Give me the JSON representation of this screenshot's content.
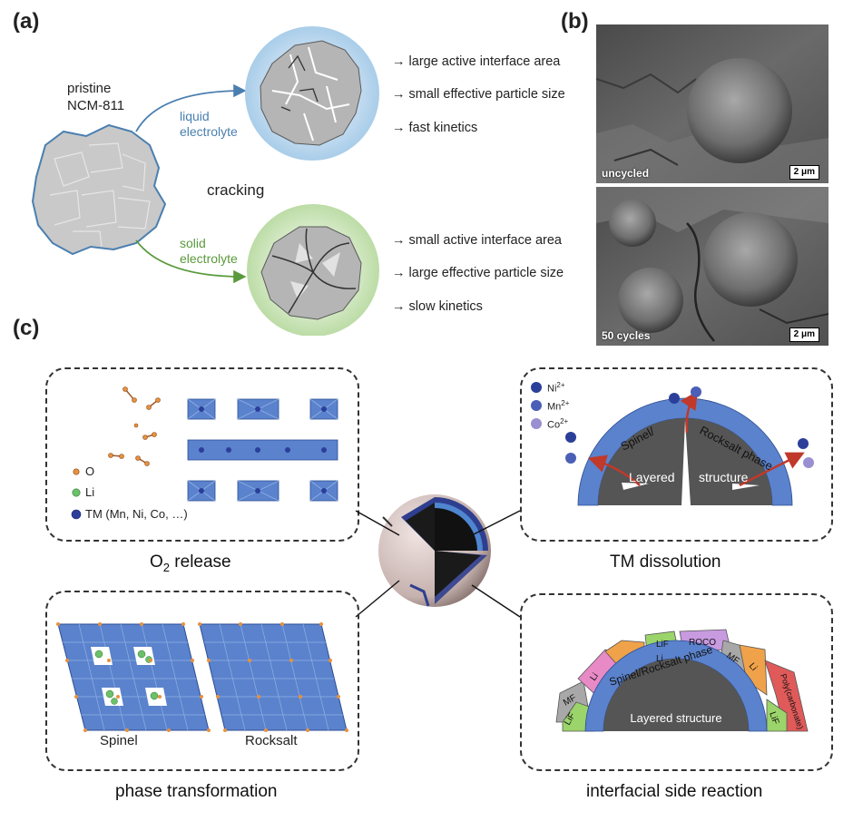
{
  "panel_a": {
    "letter": "(a)",
    "pristine_line1": "pristine",
    "pristine_line2": "NCM-811",
    "liquid_line1": "liquid",
    "liquid_line2": "electrolyte",
    "solid_line1": "solid",
    "solid_line2": "electrolyte",
    "cracking": "cracking",
    "liquid_points": [
      "→ large active interface area",
      "→ small effective particle size",
      "→ fast kinetics"
    ],
    "solid_points": [
      "→ small active interface area",
      "→ large effective particle size",
      "→ slow kinetics"
    ],
    "colors": {
      "liquid": "#4a7fb0",
      "solid": "#5a9a3c",
      "liquid_glow": "#bcd8ef",
      "solid_glow": "#cfe6c0"
    }
  },
  "panel_b": {
    "letter": "(b)",
    "top_label": "uncycled",
    "bottom_label": "50 cycles",
    "scale_top": "2 μm",
    "scale_bottom": "2 μm"
  },
  "panel_c": {
    "letter": "(c)",
    "o2": {
      "caption_main": "O",
      "caption_sub": "2",
      "caption_rest": " release",
      "legend_o": "O",
      "legend_li": "Li",
      "legend_tm": "TM (Mn, Ni, Co, …)"
    },
    "tm": {
      "caption": "TM dissolution",
      "ni": "Ni",
      "ni_sup": "2+",
      "mn": "Mn",
      "mn_sup": "2+",
      "co": "Co",
      "co_sup": "2+",
      "arc_left": "Spinel/",
      "arc_right": "Rocksalt phase",
      "core_left": "Layered",
      "core_right": "structure"
    },
    "phase": {
      "caption": "phase  transformation",
      "spinel": "Spinel",
      "rocksalt": "Rocksalt"
    },
    "side": {
      "caption": "interfacial side reaction",
      "core": "Layered structure",
      "shell": "Spinel/Rocksalt phase",
      "species": [
        "MF",
        "LiF",
        "Li",
        "LiF",
        "Li",
        "ROCO",
        "Li",
        "MF",
        "Poly(carbonate)",
        "LiF"
      ]
    },
    "colors": {
      "tm_blue": "#2b3f9a",
      "layer_blue": "#4a76c8",
      "core_gray": "#555555"
    }
  }
}
